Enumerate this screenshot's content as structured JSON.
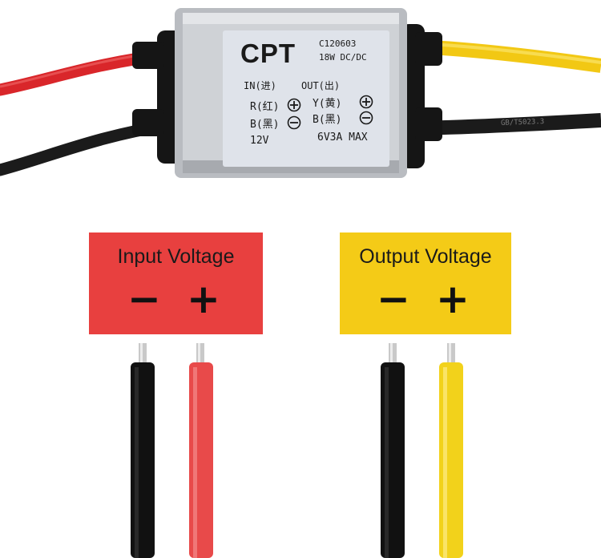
{
  "module": {
    "brand": "CPT",
    "model_code": "C120603",
    "power_rating": "18W DC/DC",
    "input_heading": "IN(进)",
    "output_heading": "OUT(出)",
    "input_red": "R(红)",
    "input_black": "B(黑)",
    "output_yellow": "Y(黄)",
    "output_black": "B(黑)",
    "input_voltage": "12V",
    "output_rating": "6V3A MAX",
    "cable_marking": "GB/T5023.3"
  },
  "legend": {
    "input": {
      "title": "Input Voltage",
      "negative": "−",
      "positive": "+",
      "color": "#e8403f"
    },
    "output": {
      "title": "Output Voltage",
      "negative": "−",
      "positive": "+",
      "color": "#f4cb17"
    }
  },
  "wire_colors": {
    "red": "#e84a4a",
    "black": "#111111",
    "yellow": "#f2d21b",
    "housing": "#b9bcc1"
  }
}
